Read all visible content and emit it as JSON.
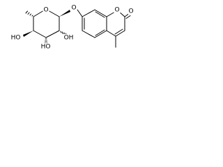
{
  "molecule": {
    "atoms": {
      "ring_oxygen": "O",
      "glycosidic_oxygen": "O",
      "lactone_oxygen": "O",
      "carbonyl_oxygen": "O",
      "hydroxyl_left": "HO",
      "hydroxyl_middle": "HO",
      "hydroxyl_right": "OH"
    }
  },
  "colors": {
    "bond": "#000000",
    "background": "#ffffff"
  }
}
